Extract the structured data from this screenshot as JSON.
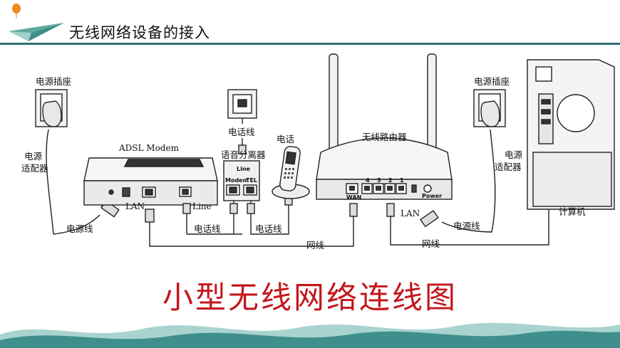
{
  "header": {
    "title": "无线网络设备的接入"
  },
  "diagram": {
    "left_socket": "电源插座",
    "left_adapter": "电源\n适配器",
    "left_power_cable": "电源线",
    "modem": "ADSL Modem",
    "modem_lan": "LAN",
    "modem_line": "Line",
    "phone_line_top": "电话线",
    "splitter": "语音分离器",
    "splitter_line_port": "Line",
    "splitter_modem_port": "Modem",
    "splitter_tel_port": "TEL",
    "phone": "电话",
    "phone_line_a": "电话线",
    "phone_line_b": "电话线",
    "router": "无线路由器",
    "router_wan": "WAN",
    "router_ports": [
      "4",
      "3",
      "2",
      "1"
    ],
    "router_power": "Power",
    "router_lan": "LAN",
    "network_cable_a": "网线",
    "network_cable_b": "网线",
    "right_socket": "电源插座",
    "right_adapter": "电源\n适配器",
    "right_power_cable": "电源线",
    "computer": "计算机"
  },
  "main_title": "小型无线网络连线图",
  "colors": {
    "accent": "#2f6f73",
    "title_red": "#c4161c",
    "footer_teal": "#3f8f8c"
  }
}
